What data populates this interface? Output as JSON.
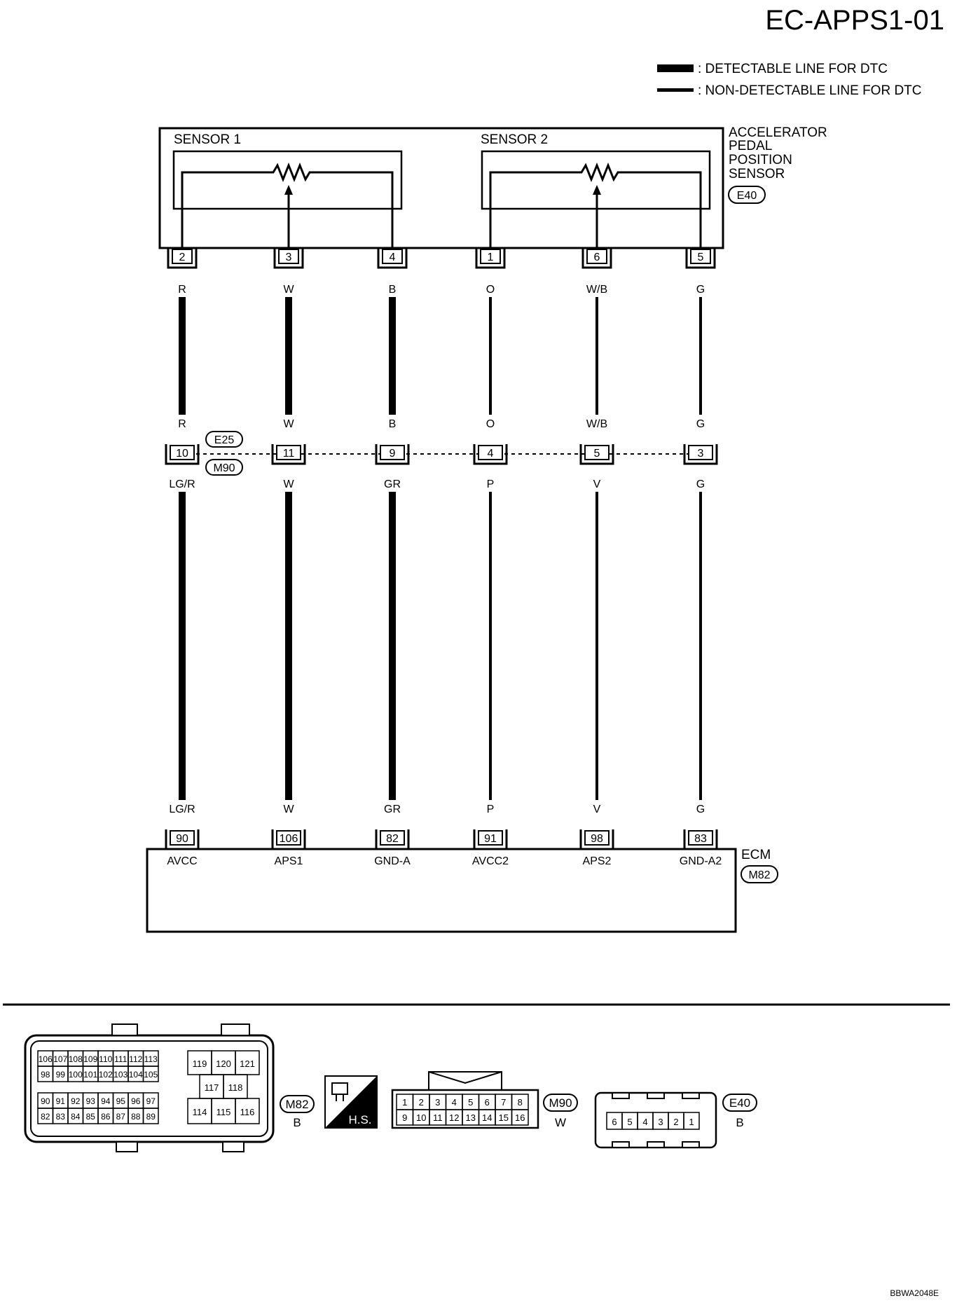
{
  "diagram_id": "EC-APPS1-01",
  "legend": {
    "detectable": ": DETECTABLE LINE FOR DTC",
    "non_detectable": ": NON-DETECTABLE LINE FOR DTC"
  },
  "sensor": {
    "name_lines": [
      "ACCELERATOR",
      "PEDAL",
      "POSITION",
      "SENSOR"
    ],
    "connector": "E40",
    "sensor1": "SENSOR 1",
    "sensor2": "SENSOR 2"
  },
  "joint": {
    "connector_top": "E25",
    "connector_bottom": "M90"
  },
  "ecm": {
    "name": "ECM",
    "connector": "M82"
  },
  "wires": [
    {
      "sensor_pin": "2",
      "color_top": "R",
      "joint_pin": "10",
      "color_bottom": "LG/R",
      "ecm_pin": "90",
      "signal": "AVCC",
      "thick": true
    },
    {
      "sensor_pin": "3",
      "color_top": "W",
      "joint_pin": "11",
      "color_bottom": "W",
      "ecm_pin": "106",
      "signal": "APS1",
      "thick": true
    },
    {
      "sensor_pin": "4",
      "color_top": "B",
      "joint_pin": "9",
      "color_bottom": "GR",
      "ecm_pin": "82",
      "signal": "GND-A",
      "thick": true
    },
    {
      "sensor_pin": "1",
      "color_top": "O",
      "joint_pin": "4",
      "color_bottom": "P",
      "ecm_pin": "91",
      "signal": "AVCC2",
      "thick": false
    },
    {
      "sensor_pin": "6",
      "color_top": "W/B",
      "joint_pin": "5",
      "color_bottom": "V",
      "ecm_pin": "98",
      "signal": "APS2",
      "thick": false
    },
    {
      "sensor_pin": "5",
      "color_top": "G",
      "joint_pin": "3",
      "color_bottom": "G",
      "ecm_pin": "83",
      "signal": "GND-A2",
      "thick": false
    }
  ],
  "connector_views": {
    "m82": {
      "label": "M82",
      "color": "B",
      "left_rows": [
        [
          "106",
          "107",
          "108",
          "109",
          "110",
          "111",
          "112",
          "113"
        ],
        [
          "98",
          "99",
          "100",
          "101",
          "102",
          "103",
          "104",
          "105"
        ],
        [
          "90",
          "91",
          "92",
          "93",
          "94",
          "95",
          "96",
          "97"
        ],
        [
          "82",
          "83",
          "84",
          "85",
          "86",
          "87",
          "88",
          "89"
        ]
      ],
      "right_top": [
        "119",
        "120",
        "121"
      ],
      "right_mid": [
        "117",
        "118"
      ],
      "right_bottom": [
        "114",
        "115",
        "116"
      ]
    },
    "hs": "H.S.",
    "m90": {
      "label": "M90",
      "color": "W",
      "top": [
        "1",
        "2",
        "3",
        "4",
        "5",
        "6",
        "7",
        "8"
      ],
      "bottom": [
        "9",
        "10",
        "11",
        "12",
        "13",
        "14",
        "15",
        "16"
      ]
    },
    "e40": {
      "label": "E40",
      "color": "B",
      "pins": [
        "6",
        "5",
        "4",
        "3",
        "2",
        "1"
      ]
    }
  },
  "figure_code": "BBWA2048E"
}
